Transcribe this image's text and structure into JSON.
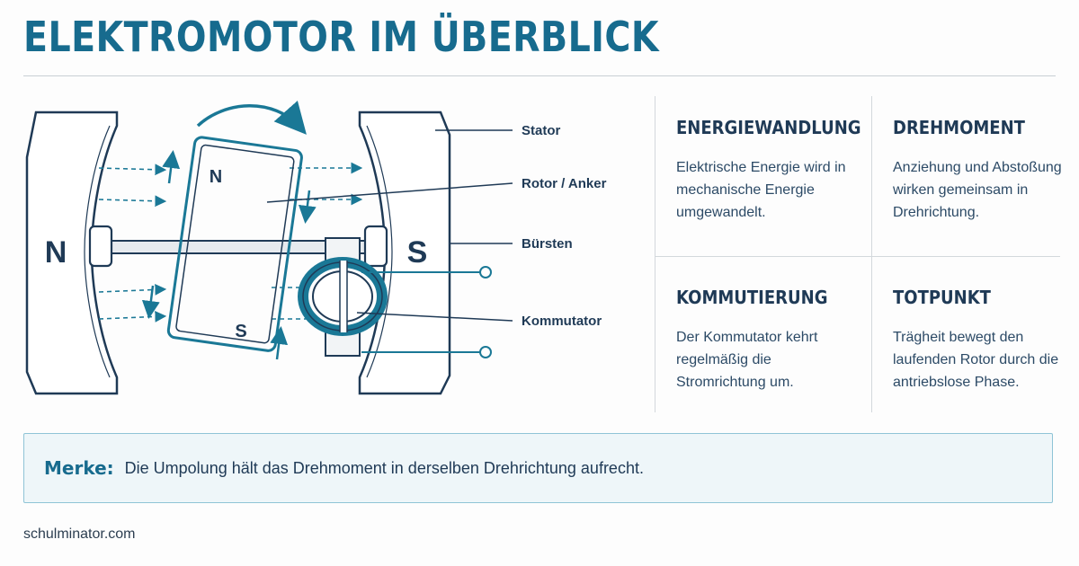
{
  "title": "ELEKTROMOTOR IM ÜBERBLICK",
  "diagram": {
    "magnet_left_label": "N",
    "magnet_right_label": "S",
    "rotor_north_label": "N",
    "rotor_south_label": "S",
    "callouts": [
      "Stator",
      "Rotor / Anker",
      "Bürsten",
      "Kommutator"
    ]
  },
  "cards": [
    {
      "heading": "ENERGIEWANDLUNG",
      "lines": [
        "Elektrische Energie wird in",
        "mechanische Energie",
        "umgewandelt."
      ]
    },
    {
      "heading": "DREHMOMENT",
      "lines": [
        "Anziehung und Abstoßung",
        "wirken gemeinsam in",
        "Drehrichtung."
      ]
    },
    {
      "heading": "KOMMUTIERUNG",
      "lines": [
        "Der Kommutator kehrt",
        "regelmäßig die",
        "Stromrichtung um."
      ]
    },
    {
      "heading": "TOTPUNKT",
      "lines": [
        "Trägheit bewegt den",
        "laufenden Rotor durch die",
        "antriebslose Phase."
      ]
    }
  ],
  "merke": {
    "label": "Merke:",
    "text": "Die Umpolung hält das Drehmoment in derselben Drehrichtung aufrecht."
  },
  "footer": "schulminator.com",
  "colors": {
    "accent": "#176b8e",
    "navy": "#1f3a56",
    "teal": "#1a7896",
    "box_bg": "#eef6f9"
  }
}
